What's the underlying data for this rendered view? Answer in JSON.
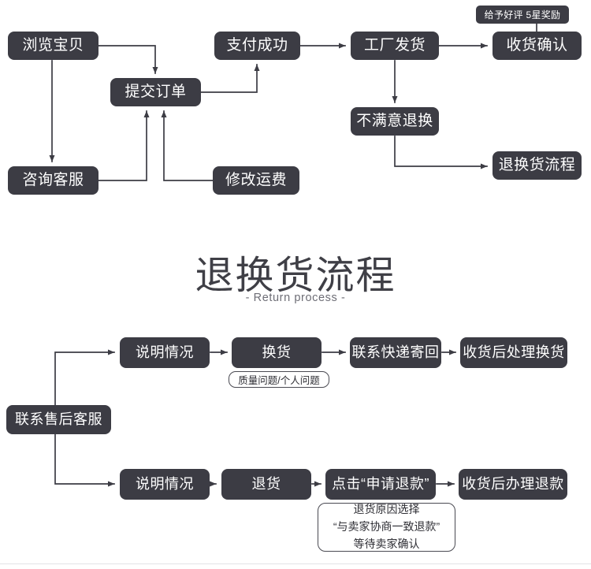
{
  "diagram": {
    "title": "退换货流程",
    "subtitle": "- Return process -",
    "theme": {
      "node_fill": "#3c3c44",
      "node_text": "#ffffff",
      "line": "#3c3c44",
      "page_bg": "#ffffff",
      "title_color": "#3f3f46",
      "subtitle_color": "#6e6e76"
    },
    "order_flow": {
      "nodes": [
        {
          "id": "browse",
          "label": "浏览宝贝"
        },
        {
          "id": "submit",
          "label": "提交订单"
        },
        {
          "id": "pay",
          "label": "支付成功"
        },
        {
          "id": "ship",
          "label": "工厂发货"
        },
        {
          "id": "confirm",
          "label": "收货确认"
        },
        {
          "id": "consult",
          "label": "咨询客服"
        },
        {
          "id": "fee",
          "label": "修改运费"
        },
        {
          "id": "unhappy",
          "label": "不满意退换"
        },
        {
          "id": "returnflow",
          "label": "退换货流程"
        }
      ],
      "annotation": "给予好评 5星奖励"
    },
    "return_flow": {
      "entry": "联系售后客服",
      "exchange_branch": {
        "steps": [
          "说明情况",
          "换货",
          "联系快递寄回",
          "收货后处理换货"
        ],
        "note": "质量问题/个人问题"
      },
      "refund_branch": {
        "steps": [
          "说明情况",
          "退货",
          "点击“申请退款”",
          "收货后办理退款"
        ],
        "note_lines": [
          "退货原因选择",
          "“与卖家协商一致退款”",
          "等待卖家确认"
        ]
      }
    }
  }
}
